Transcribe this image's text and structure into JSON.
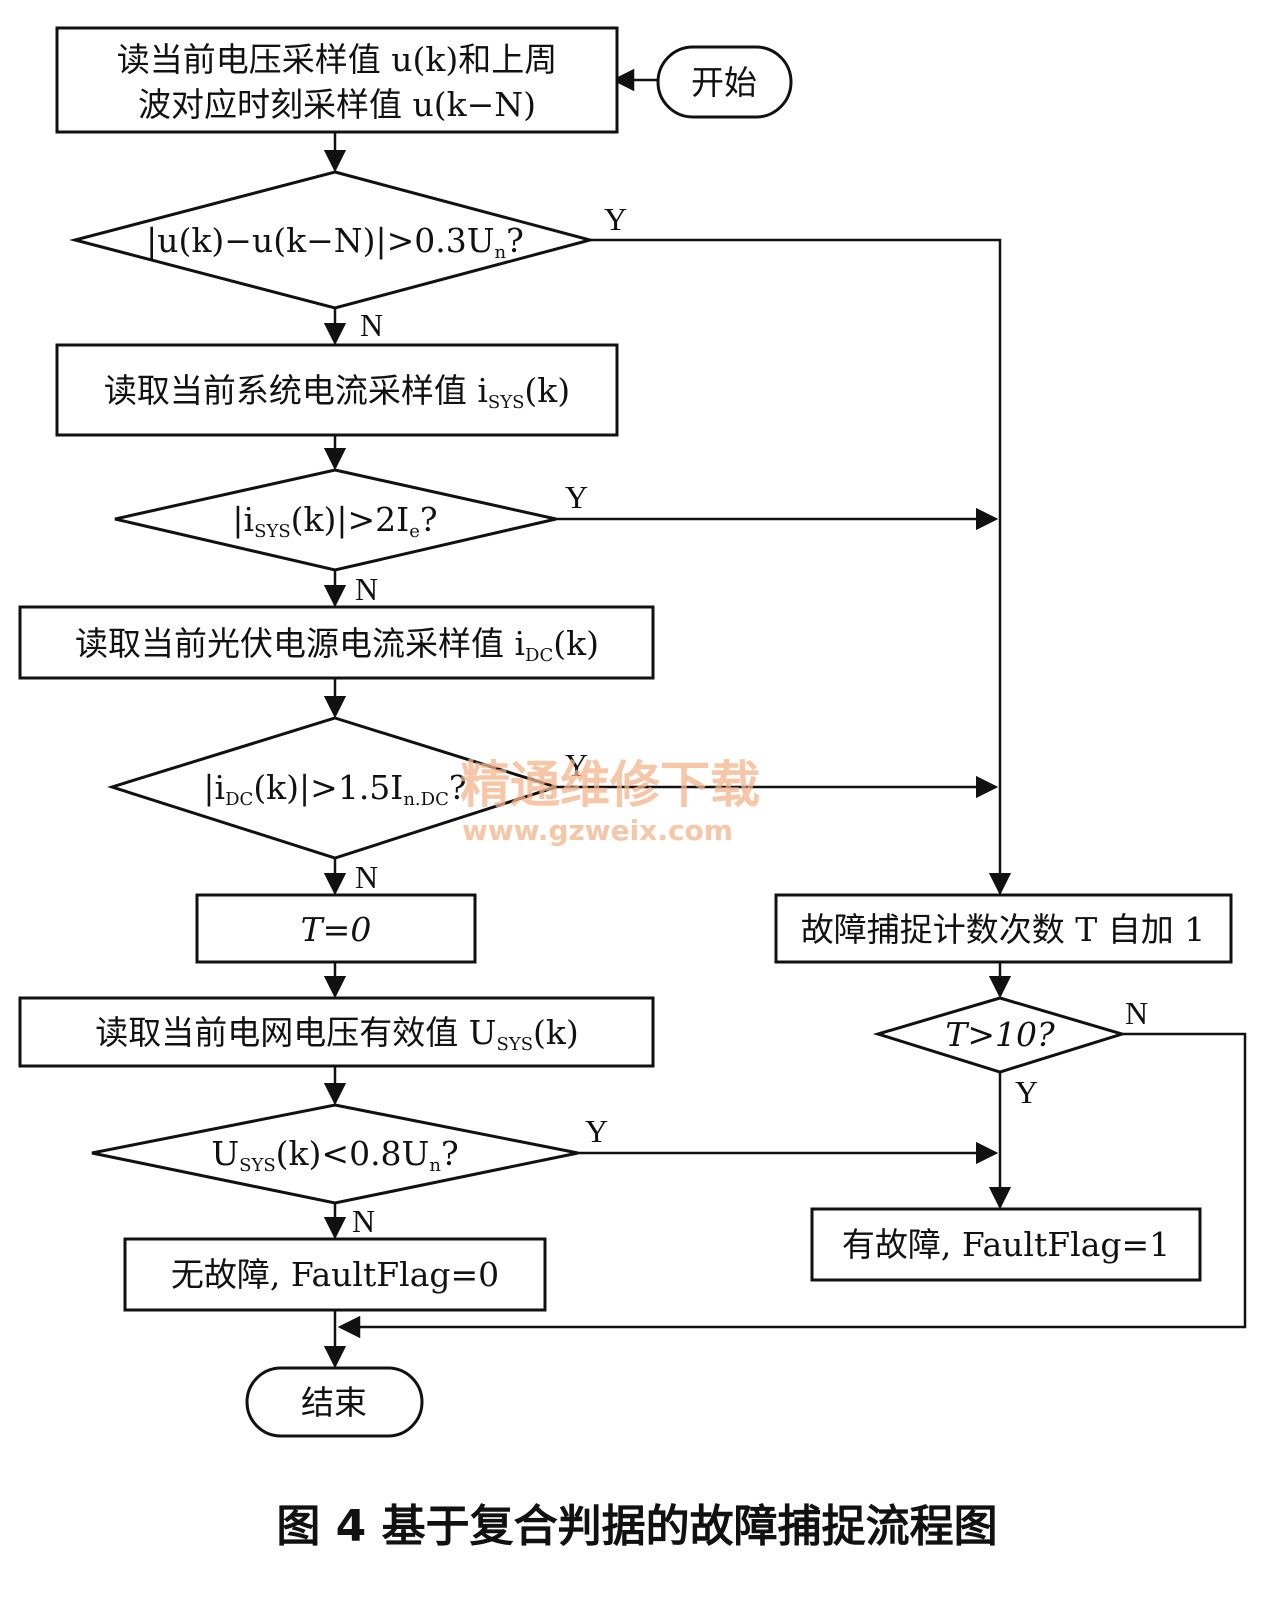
{
  "nodes": {
    "start": "开始",
    "read_voltage_line1": "读当前电压采样值 u(k)和上周",
    "read_voltage_line2": "波对应时刻采样值 u(k−N)",
    "cond_voltage": "|u(k)−u(k−N)|>0.3U",
    "cond_voltage_sub": "n",
    "cond_voltage_end": "?",
    "read_sys_current": "读取当前系统电流采样值 i",
    "read_sys_current_sub": "SYS",
    "read_sys_current_end": "(k)",
    "cond_sys_current_a": "|i",
    "cond_sys_current_sub1": "SYS",
    "cond_sys_current_b": "(k)|>2I",
    "cond_sys_current_sub2": "e",
    "cond_sys_current_c": "?",
    "read_dc_current": "读取当前光伏电源电流采样值 i",
    "read_dc_current_sub": "DC",
    "read_dc_current_end": "(k)",
    "cond_dc_current_a": "|i",
    "cond_dc_current_sub1": "DC",
    "cond_dc_current_b": "(k)|>1.5I",
    "cond_dc_current_sub2": "n.DC",
    "cond_dc_current_c": "?",
    "reset_t": "T=0",
    "increment_t": "故障捕捉计数次数 T 自加 1",
    "read_grid_voltage": "读取当前电网电压有效值 U",
    "read_grid_voltage_sub": "SYS",
    "read_grid_voltage_end": "(k)",
    "cond_t": "T>10?",
    "cond_grid_a": "U",
    "cond_grid_sub1": "SYS",
    "cond_grid_b": "(k)<0.8U",
    "cond_grid_sub2": "n",
    "cond_grid_c": "?",
    "no_fault": "无故障, FaultFlag=0",
    "fault": "有故障, FaultFlag=1",
    "end": "结束"
  },
  "edge_labels": {
    "yes": "Y",
    "no": "N"
  },
  "watermark": {
    "line1": "精通维修下载",
    "line2": "www.gzweix.com"
  },
  "caption": "图 4  基于复合判据的故障捕捉流程图"
}
